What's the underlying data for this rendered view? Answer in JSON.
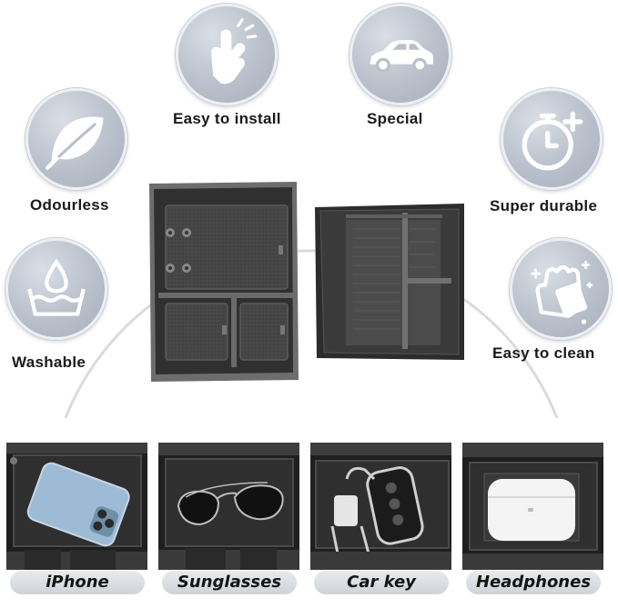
{
  "features": [
    {
      "id": "easy-install",
      "label": "Easy to install",
      "icon": "hand-snap-icon"
    },
    {
      "id": "special",
      "label": "Special",
      "icon": "car-icon"
    },
    {
      "id": "odourless",
      "label": "Odourless",
      "icon": "leaf-icon"
    },
    {
      "id": "super-durable",
      "label": "Super durable",
      "icon": "stopwatch-plus-icon"
    },
    {
      "id": "washable",
      "label": "Washable",
      "icon": "water-drop-basin-icon"
    },
    {
      "id": "easy-clean",
      "label": "Easy to clean",
      "icon": "wiping-hand-icon"
    }
  ],
  "use_cases": [
    {
      "label": "iPhone"
    },
    {
      "label": "Sunglasses"
    },
    {
      "label": "Car key"
    },
    {
      "label": "Headphones"
    }
  ],
  "colors": {
    "badge": "#b9c0cb",
    "tray_body": "#3b3b3b",
    "tray_mat": "#4a4a4a",
    "pill": "#dcdfe3",
    "arc": "#d8dbe0"
  }
}
